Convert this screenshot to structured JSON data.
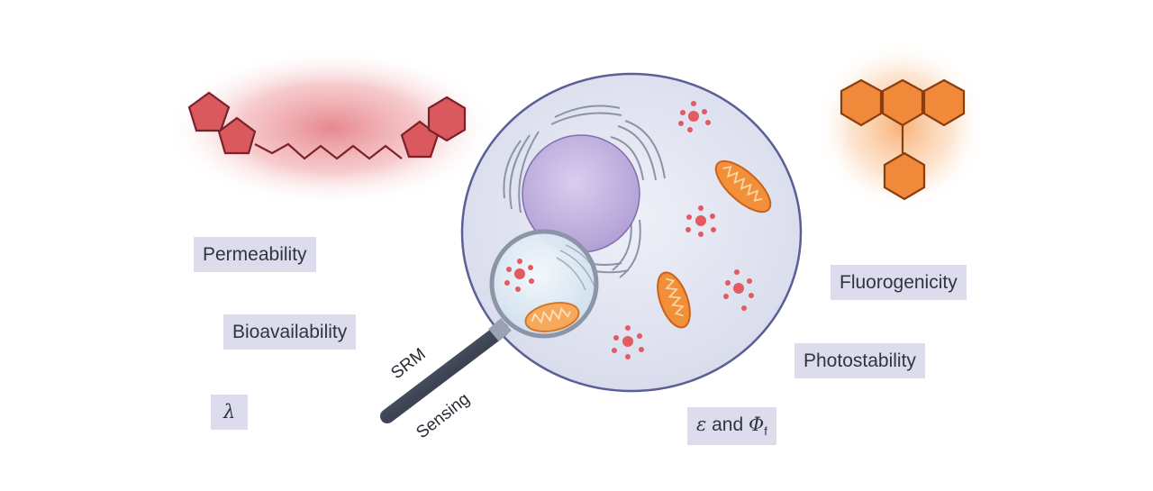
{
  "properties_left": {
    "permeability": "Permeability",
    "bioavailability": "Bioavailability",
    "lambda": "λ"
  },
  "properties_right": {
    "fluorogenicity": "Fluorogenicity",
    "photostability": "Photostability",
    "epsilon_symbol": "ε",
    "and_text": " and ",
    "phi_symbol": "Φ",
    "phi_subscript": "f"
  },
  "magnifier": {
    "srm": "SRM",
    "sensing": "Sensing"
  },
  "colors": {
    "label_bg": "#dcdcec",
    "red_dye": "#d9595f",
    "orange_dye": "#f08a3a",
    "cell_fill": "#e6e8f2",
    "cell_outline": "#5b5f95",
    "nucleus": "#c8b8e0",
    "mitochondria": "#f2903a",
    "vesicles": "#e25a62"
  }
}
